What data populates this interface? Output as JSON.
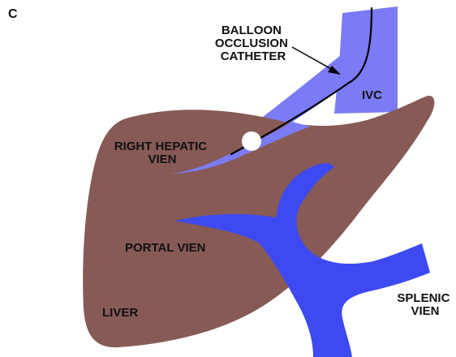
{
  "figure": {
    "panel_label": "C",
    "labels": {
      "catheter": [
        "BALLOON",
        "OCCLUSION",
        "CATHETER"
      ],
      "ivc": "IVC",
      "right_hepatic": [
        "RIGHT HEPATIC",
        "VIEN"
      ],
      "portal": "PORTAL VIEN",
      "splenic": [
        "SPLENIC",
        "VIEN"
      ],
      "liver": "LIVER"
    },
    "colors": {
      "liver": "#875a56",
      "hepatic_vein": "#7b7bf5",
      "portal_vein": "#3d4af2",
      "balloon": "#ffffff",
      "catheter": "#000000"
    }
  }
}
